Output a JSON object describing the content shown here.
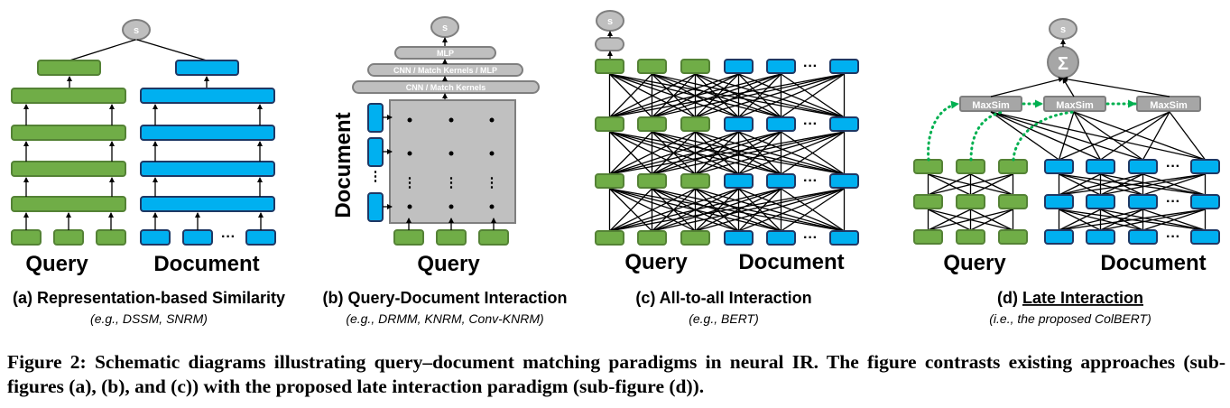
{
  "colors": {
    "query_fill": "#70AD47",
    "query_stroke": "#548235",
    "doc_fill": "#00B0F0",
    "doc_stroke": "#1F3864",
    "gray_fill": "#A6A6A6",
    "gray_light": "#BFBFBF",
    "gray_stroke": "#7F7F7F",
    "dotted_arrow": "#00B050"
  },
  "panels": [
    {
      "id": "a",
      "query_label": "Query",
      "document_label": "Document",
      "score_label": "s",
      "title": "(a) Representation-based Similarity",
      "subtitle": "(e.g., DSSM, SNRM)"
    },
    {
      "id": "b",
      "query_label": "Query",
      "document_label": "Document",
      "score_label": "s",
      "layers": [
        "MLP",
        "CNN  /  Match Kernels / MLP",
        "CNN  /  Match Kernels"
      ],
      "title": "(b) Query-Document Interaction",
      "subtitle": "(e.g., DRMM, KNRM, Conv-KNRM)"
    },
    {
      "id": "c",
      "query_label": "Query",
      "document_label": "Document",
      "score_label": "s",
      "title": "(c) All-to-all Interaction",
      "subtitle": "(e.g., BERT)"
    },
    {
      "id": "d",
      "query_label": "Query",
      "document_label": "Document",
      "score_label": "s",
      "sum_symbol": "Σ",
      "maxsim_label": "MaxSim",
      "title_prefix": "(d) ",
      "title_main": "Late Interaction",
      "subtitle": "(i.e., the proposed ColBERT)"
    }
  ],
  "ellipsis": "···",
  "vellipsis": "⋮",
  "caption": "Figure 2: Schematic diagrams illustrating query–document matching paradigms in neural IR. The figure contrasts existing approaches (sub-figures (a), (b), and (c)) with the proposed late interaction paradigm (sub-figure (d))."
}
